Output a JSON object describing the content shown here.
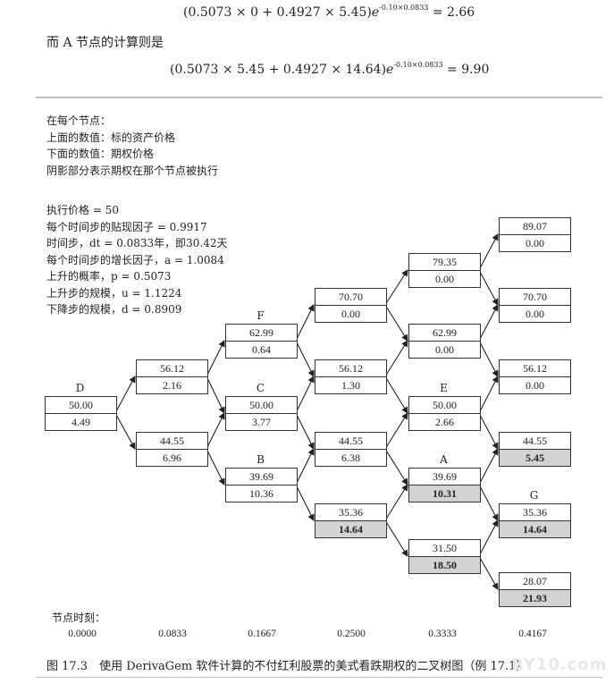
{
  "formulas": {
    "e_calc": "(0.5073 × 0 + 0.4927 × 5.45)",
    "e_exp": "-0.10×0.0833",
    "e_result": "= 2.66",
    "intro": "而 A 节点的计算则是",
    "a_calc": "(0.5073 × 5.45 + 0.4927 × 14.64)",
    "a_exp": "-0.10×0.0833",
    "a_result": "= 9.90"
  },
  "legend_lines": [
    "在每个节点：",
    "上面的数值：标的资产价格",
    "下面的数值：期权价格",
    "阴影部分表示期权在那个节点被执行"
  ],
  "params": [
    "执行价格 = 50",
    "每个时间步的贴现因子 = 0.9917",
    "时间步，dt = 0.0833年，即30.42天",
    "每个时间步的增长因子，a = 1.0084",
    "上升的概率，p = 0.5073",
    "上升步的规模，u = 1.1224",
    "下降步的规模，d = 0.8909"
  ],
  "nodes": [
    {
      "id": "n0_0",
      "price": "50.00",
      "option": "4.49",
      "label": "D",
      "exercised": false
    },
    {
      "id": "n1_0",
      "price": "56.12",
      "option": "2.16",
      "label": "",
      "exercised": false
    },
    {
      "id": "n1_1",
      "price": "44.55",
      "option": "6.96",
      "label": "",
      "exercised": false
    },
    {
      "id": "n2_0",
      "price": "62.99",
      "option": "0.64",
      "label": "F",
      "exercised": false
    },
    {
      "id": "n2_1",
      "price": "50.00",
      "option": "3.77",
      "label": "C",
      "exercised": false
    },
    {
      "id": "n2_2",
      "price": "39.69",
      "option": "10.36",
      "label": "B",
      "exercised": false
    },
    {
      "id": "n3_0",
      "price": "70.70",
      "option": "0.00",
      "label": "",
      "exercised": false
    },
    {
      "id": "n3_1",
      "price": "56.12",
      "option": "1.30",
      "label": "",
      "exercised": false
    },
    {
      "id": "n3_2",
      "price": "44.55",
      "option": "6.38",
      "label": "",
      "exercised": false
    },
    {
      "id": "n3_3",
      "price": "35.36",
      "option": "14.64",
      "label": "",
      "exercised": true
    },
    {
      "id": "n4_0",
      "price": "79.35",
      "option": "0.00",
      "label": "",
      "exercised": false
    },
    {
      "id": "n4_1",
      "price": "62.99",
      "option": "0.00",
      "label": "",
      "exercised": false
    },
    {
      "id": "n4_2",
      "price": "50.00",
      "option": "2.66",
      "label": "E",
      "exercised": false
    },
    {
      "id": "n4_3",
      "price": "39.69",
      "option": "10.31",
      "label": "A",
      "exercised": true
    },
    {
      "id": "n4_4",
      "price": "31.50",
      "option": "18.50",
      "label": "",
      "exercised": true
    },
    {
      "id": "n5_0",
      "price": "89.07",
      "option": "0.00",
      "label": "",
      "exercised": false
    },
    {
      "id": "n5_1",
      "price": "70.70",
      "option": "0.00",
      "label": "",
      "exercised": false
    },
    {
      "id": "n5_2",
      "price": "56.12",
      "option": "0.00",
      "label": "",
      "exercised": false
    },
    {
      "id": "n5_3",
      "price": "44.55",
      "option": "5.45",
      "label": "",
      "exercised": true
    },
    {
      "id": "n5_4",
      "price": "35.36",
      "option": "14.64",
      "label": "G",
      "exercised": true
    },
    {
      "id": "n5_5",
      "price": "28.07",
      "option": "21.93",
      "label": "",
      "exercised": true
    }
  ],
  "time_label": "节点时刻：",
  "times": [
    "0.0000",
    "0.0833",
    "0.1667",
    "0.2500",
    "0.3333",
    "0.4167"
  ],
  "caption": "图 17.3　使用 DerivaGem 软件计算的不付红利股票的美式看跌期权的二叉树图（例 17.1）",
  "watermark": "BY10.com"
}
